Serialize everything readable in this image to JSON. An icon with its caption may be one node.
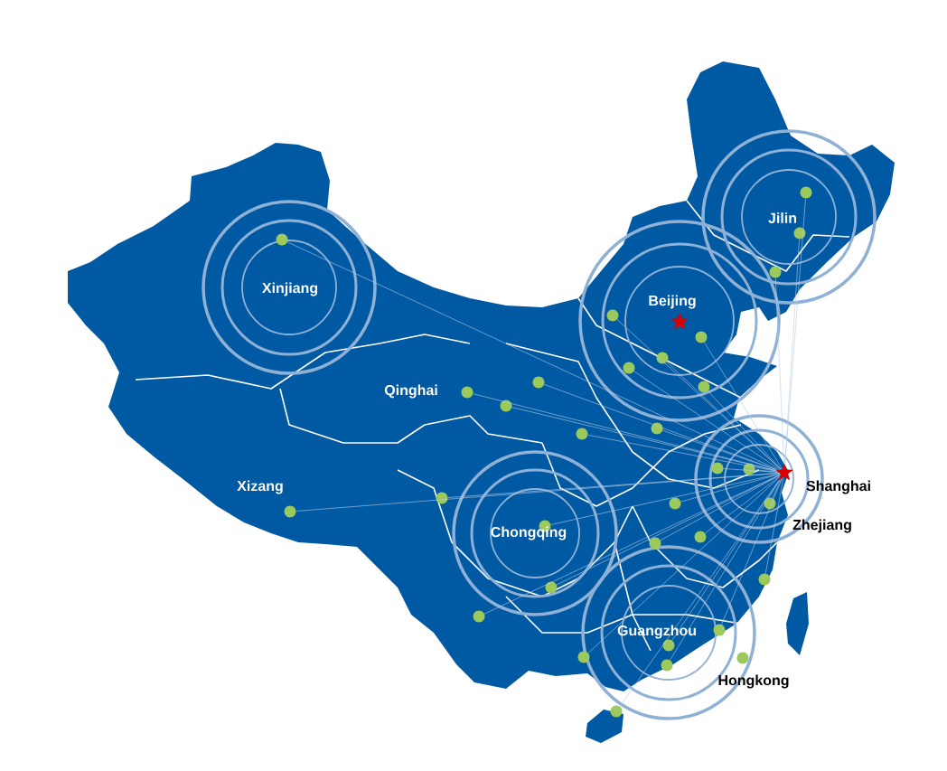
{
  "diagram": {
    "nodes": [
      {
        "text": [],
        "shape": "circle"
      },
      {
        "text": [],
        "shape": "circle",
        "beside": [
          "Jilin"
        ]
      },
      {
        "text": [],
        "shape": "circle",
        "beside": [
          "Xinjiang"
        ]
      },
      {
        "text": [],
        "shape": "circle"
      },
      {
        "text": [],
        "shape": "circle"
      },
      {
        "text": [],
        "shape": "star",
        "beside": [
          "Beijing"
        ]
      },
      {
        "text": [],
        "shape": "circle"
      },
      {
        "text": [],
        "shape": "circle"
      },
      {
        "text": [],
        "shape": "circle"
      },
      {
        "text": [],
        "shape": "circle"
      },
      {
        "text": [],
        "shape": "circle"
      },
      {
        "text": [],
        "shape": "circle",
        "beside": [
          "Qinghai"
        ]
      },
      {
        "text": [],
        "shape": "circle"
      },
      {
        "text": [],
        "shape": "circle"
      },
      {
        "text": [],
        "shape": "circle"
      },
      {
        "text": [],
        "shape": "circle"
      },
      {
        "text": [],
        "shape": "circle"
      },
      {
        "text": [],
        "shape": "star",
        "beside": [
          "Shanghai"
        ]
      },
      {
        "text": [],
        "shape": "circle"
      },
      {
        "text": [],
        "shape": "circle",
        "beside": [
          "Zhejiang"
        ]
      },
      {
        "text": [],
        "shape": "circle"
      },
      {
        "text": [],
        "shape": "circle",
        "beside": [
          "Xizang"
        ]
      },
      {
        "text": [],
        "shape": "circle",
        "beside": [
          "Chongqing"
        ]
      },
      {
        "text": [],
        "shape": "circle"
      },
      {
        "text": [],
        "shape": "circle"
      },
      {
        "text": [],
        "shape": "circle"
      },
      {
        "text": [],
        "shape": "circle"
      },
      {
        "text": [],
        "shape": "circle"
      },
      {
        "text": [],
        "shape": "circle"
      },
      {
        "text": [],
        "shape": "circle",
        "beside": [
          "Guangzhou"
        ]
      },
      {
        "text": [],
        "shape": "circle"
      },
      {
        "text": [],
        "shape": "circle",
        "beside": [
          "Hongkong"
        ]
      },
      {
        "text": [],
        "shape": "circle"
      },
      {
        "text": [],
        "shape": "circle"
      }
    ],
    "edges": [
      {
        "from": 17,
        "to": 0,
        "arrow": "none"
      },
      {
        "from": 17,
        "to": 1,
        "arrow": "none"
      },
      {
        "from": 17,
        "to": 2,
        "arrow": "none"
      },
      {
        "from": 17,
        "to": 3,
        "arrow": "none"
      },
      {
        "from": 17,
        "to": 4,
        "arrow": "none"
      },
      {
        "from": 17,
        "to": 6,
        "arrow": "none"
      },
      {
        "from": 17,
        "to": 7,
        "arrow": "none"
      },
      {
        "from": 17,
        "to": 8,
        "arrow": "none"
      },
      {
        "from": 17,
        "to": 9,
        "arrow": "none"
      },
      {
        "from": 17,
        "to": 10,
        "arrow": "none"
      },
      {
        "from": 17,
        "to": 11,
        "arrow": "none"
      },
      {
        "from": 17,
        "to": 12,
        "arrow": "none"
      },
      {
        "from": 17,
        "to": 13,
        "arrow": "none"
      },
      {
        "from": 17,
        "to": 14,
        "arrow": "none"
      },
      {
        "from": 17,
        "to": 15,
        "arrow": "none"
      },
      {
        "from": 17,
        "to": 16,
        "arrow": "none"
      },
      {
        "from": 17,
        "to": 18,
        "arrow": "none"
      },
      {
        "from": 17,
        "to": 19,
        "arrow": "none"
      },
      {
        "from": 17,
        "to": 20,
        "arrow": "none"
      },
      {
        "from": 17,
        "to": 21,
        "arrow": "none"
      },
      {
        "from": 17,
        "to": 22,
        "arrow": "none"
      },
      {
        "from": 17,
        "to": 23,
        "arrow": "none"
      },
      {
        "from": 17,
        "to": 24,
        "arrow": "none"
      },
      {
        "from": 17,
        "to": 25,
        "arrow": "none"
      },
      {
        "from": 17,
        "to": 26,
        "arrow": "none"
      },
      {
        "from": 17,
        "to": 27,
        "arrow": "none"
      },
      {
        "from": 17,
        "to": 28,
        "arrow": "none"
      },
      {
        "from": 17,
        "to": 29,
        "arrow": "none"
      },
      {
        "from": 17,
        "to": 30,
        "arrow": "none"
      },
      {
        "from": 17,
        "to": 32,
        "arrow": "none"
      },
      {
        "from": 17,
        "to": 33,
        "arrow": "none"
      }
    ]
  }
}
